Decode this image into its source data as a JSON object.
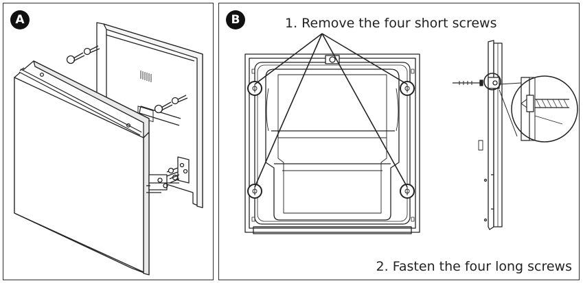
{
  "panel_a": {
    "badge": "A"
  },
  "panel_b": {
    "badge": "B",
    "step1": "1. Remove the four short screws",
    "step2": "2. Fasten the four long screws"
  },
  "colors": {
    "line": "#222222",
    "badge_bg": "#111111",
    "badge_text": "#ffffff"
  },
  "icons": [
    "screw-icon",
    "callout-circle",
    "magnifier-detail"
  ]
}
